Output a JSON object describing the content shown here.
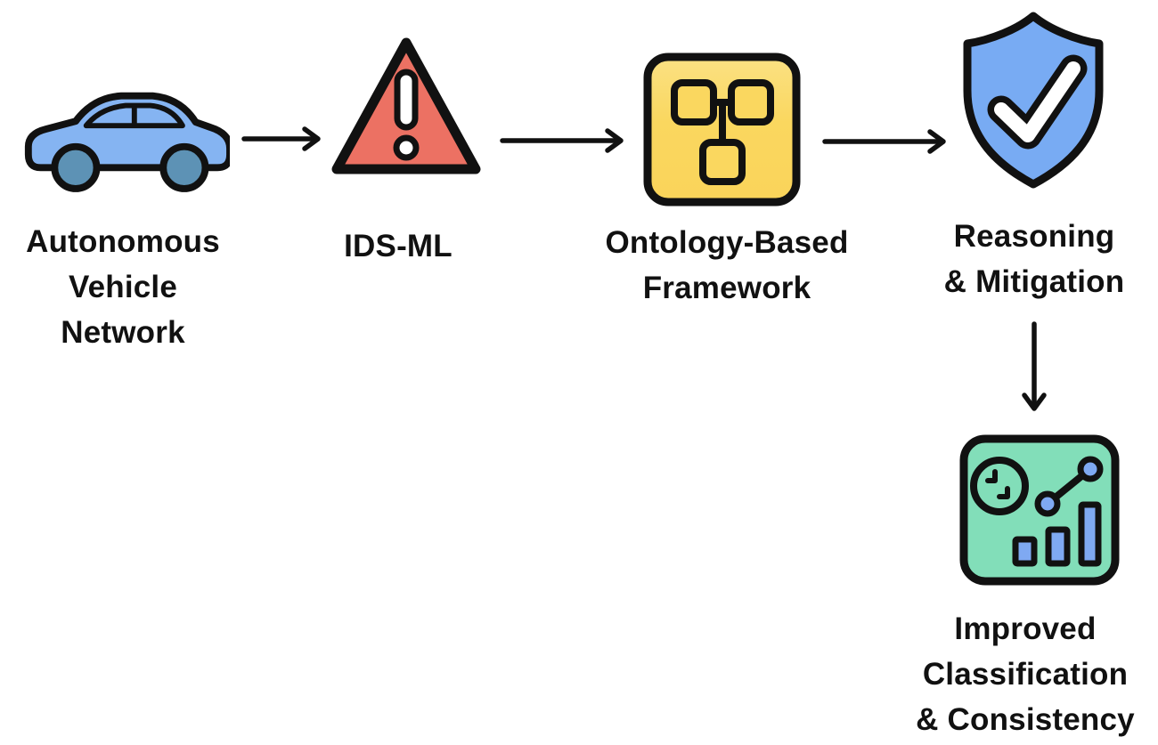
{
  "diagram": {
    "nodes": [
      {
        "id": "autonomous-vehicle-network",
        "icon": "car-icon",
        "label_lines": [
          "Autonomous",
          "Vehicle",
          "Network"
        ]
      },
      {
        "id": "ids-ml",
        "icon": "warning-triangle-icon",
        "label_lines": [
          "IDS-ML"
        ]
      },
      {
        "id": "ontology-based-framework",
        "icon": "ontology-nodes-icon",
        "label_lines": [
          "Ontology-Based",
          "Framework"
        ]
      },
      {
        "id": "reasoning-mitigation",
        "icon": "shield-check-icon",
        "label_lines": [
          "Reasoning",
          "& Mitigation"
        ]
      },
      {
        "id": "improved-classification-consistency",
        "icon": "analytics-dashboard-icon",
        "label_lines": [
          "Improved",
          "Classification",
          "& Consistency"
        ]
      }
    ],
    "edges": [
      {
        "from": "autonomous-vehicle-network",
        "to": "ids-ml",
        "direction": "right"
      },
      {
        "from": "ids-ml",
        "to": "ontology-based-framework",
        "direction": "right"
      },
      {
        "from": "ontology-based-framework",
        "to": "reasoning-mitigation",
        "direction": "right"
      },
      {
        "from": "reasoning-mitigation",
        "to": "improved-classification-consistency",
        "direction": "down"
      }
    ],
    "colors": {
      "background": "#FFFFFF",
      "outline": "#111111",
      "text": "#111111",
      "car_body_blue": "#85B4F2",
      "wheel_steel_blue": "#5D92B5",
      "warning_red": "#EC7163",
      "framework_yellow": "#FAD75F",
      "framework_yellow_light": "#FBE183",
      "shield_blue": "#78ABF3",
      "panel_green": "#82DEB9",
      "chart_blue": "#7FA9F2",
      "glyph_white": "#FFFFFF"
    }
  }
}
